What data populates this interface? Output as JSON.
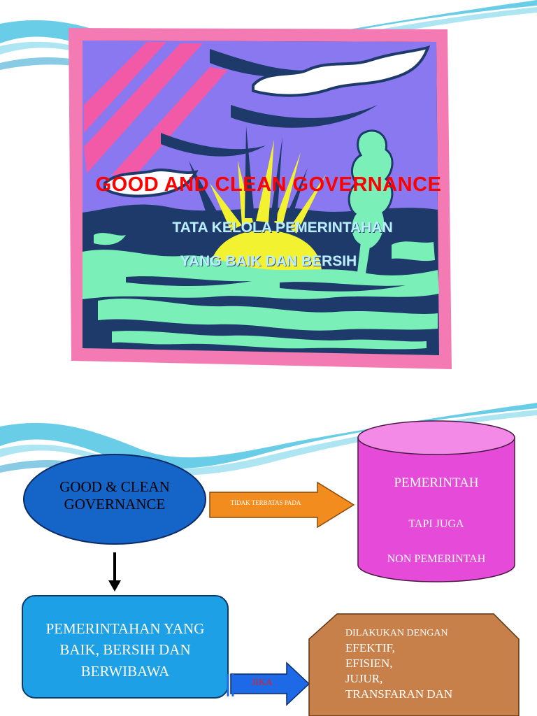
{
  "slide1": {
    "title": "GOOD AND CLEAN GOVERNANCE",
    "subtitle_line1": "TATA KELOLA PEMERINTAHAN",
    "subtitle_line2": "YANG BAIK DAN BERSIH"
  },
  "slide2": {
    "ellipse_line1": "GOOD & CLEAN",
    "ellipse_line2": "GOVERNANCE",
    "arrow_label": "TIDAK TERBATAS PADA",
    "cylinder_title": "PEMERINTAH",
    "cylinder_line2": "TAPI JUGA",
    "cylinder_line3": "NON PEMERINTAH",
    "box_line1": "PEMERINTAHAN YANG",
    "box_line2": "BAIK, BERSIH DAN",
    "box_line3": "BERWIBAWA",
    "jika_label": "JIKA",
    "octagon_line1": "DILAKUKAN DENGAN",
    "octagon_line2": "EFEKTIF,",
    "octagon_line3": "EFISIEN,",
    "octagon_line4": "JUJUR,",
    "octagon_line5": "TRANSFARAN DAN"
  },
  "colors": {
    "title": "#ff0000",
    "ellipse": "#1565c8",
    "cylinder": "#e64ad8",
    "box": "#1ea0e6",
    "octagon": "#c8804a",
    "orange_arrow": "#f28c1e"
  }
}
